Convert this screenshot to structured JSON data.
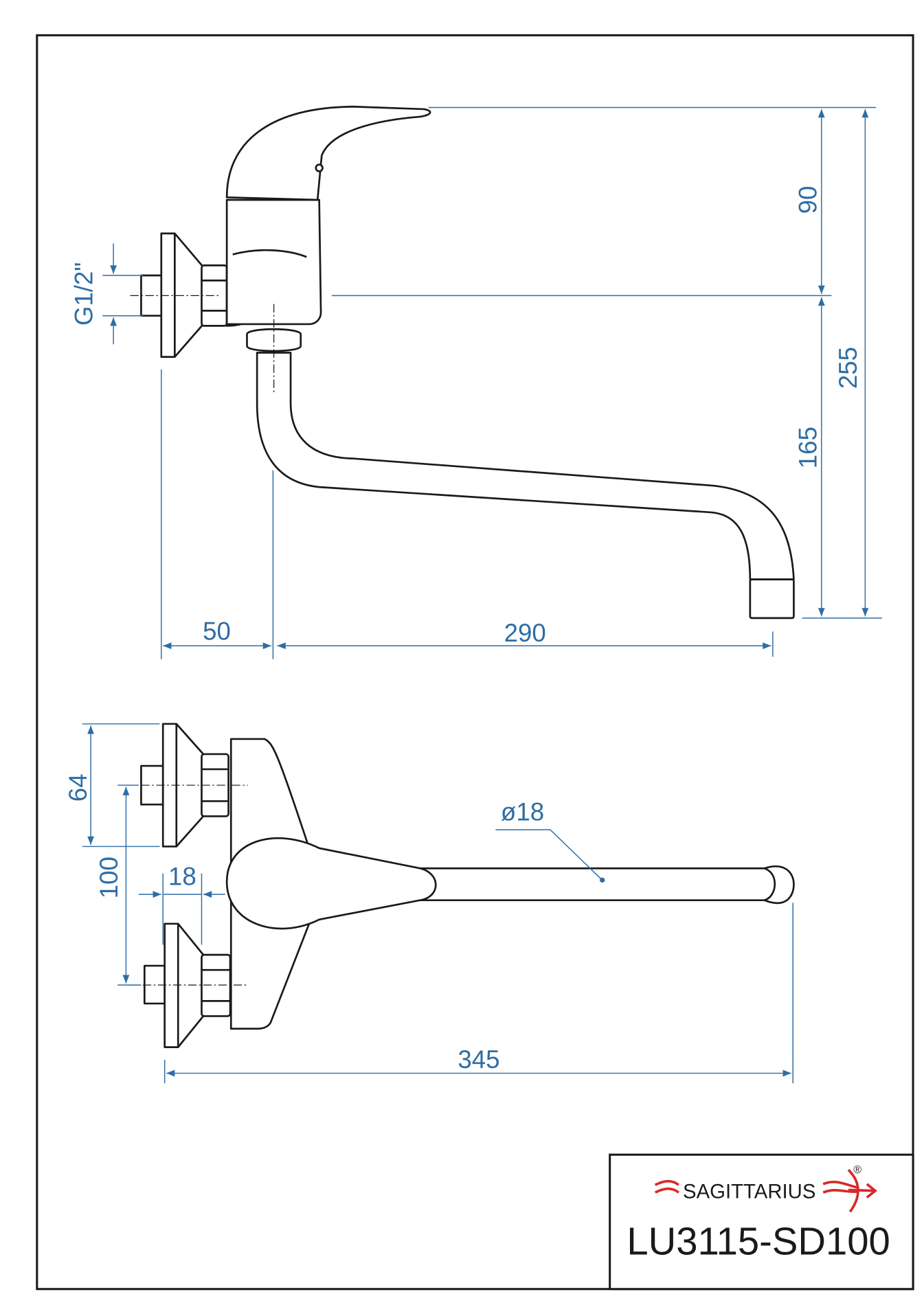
{
  "side_view": {
    "dim_handle_height": "90",
    "dim_total_height": "255",
    "dim_spout_height": "165",
    "dim_thread": "G1/2\"",
    "dim_wall_offset": "50",
    "dim_spout_reach": "290"
  },
  "top_view": {
    "dim_flange_diameter": "64",
    "dim_center_distance": "100",
    "dim_flange_depth": "18",
    "dim_spout_diameter": "ø18",
    "dim_total_length": "345"
  },
  "title_block": {
    "brand": "SAGITTARIUS",
    "registered_mark": "®",
    "model": "LU3115-SD100"
  },
  "colors": {
    "dimension": "#2e6da4",
    "brand_red": "#d62a28",
    "line": "#1a1a1a"
  }
}
